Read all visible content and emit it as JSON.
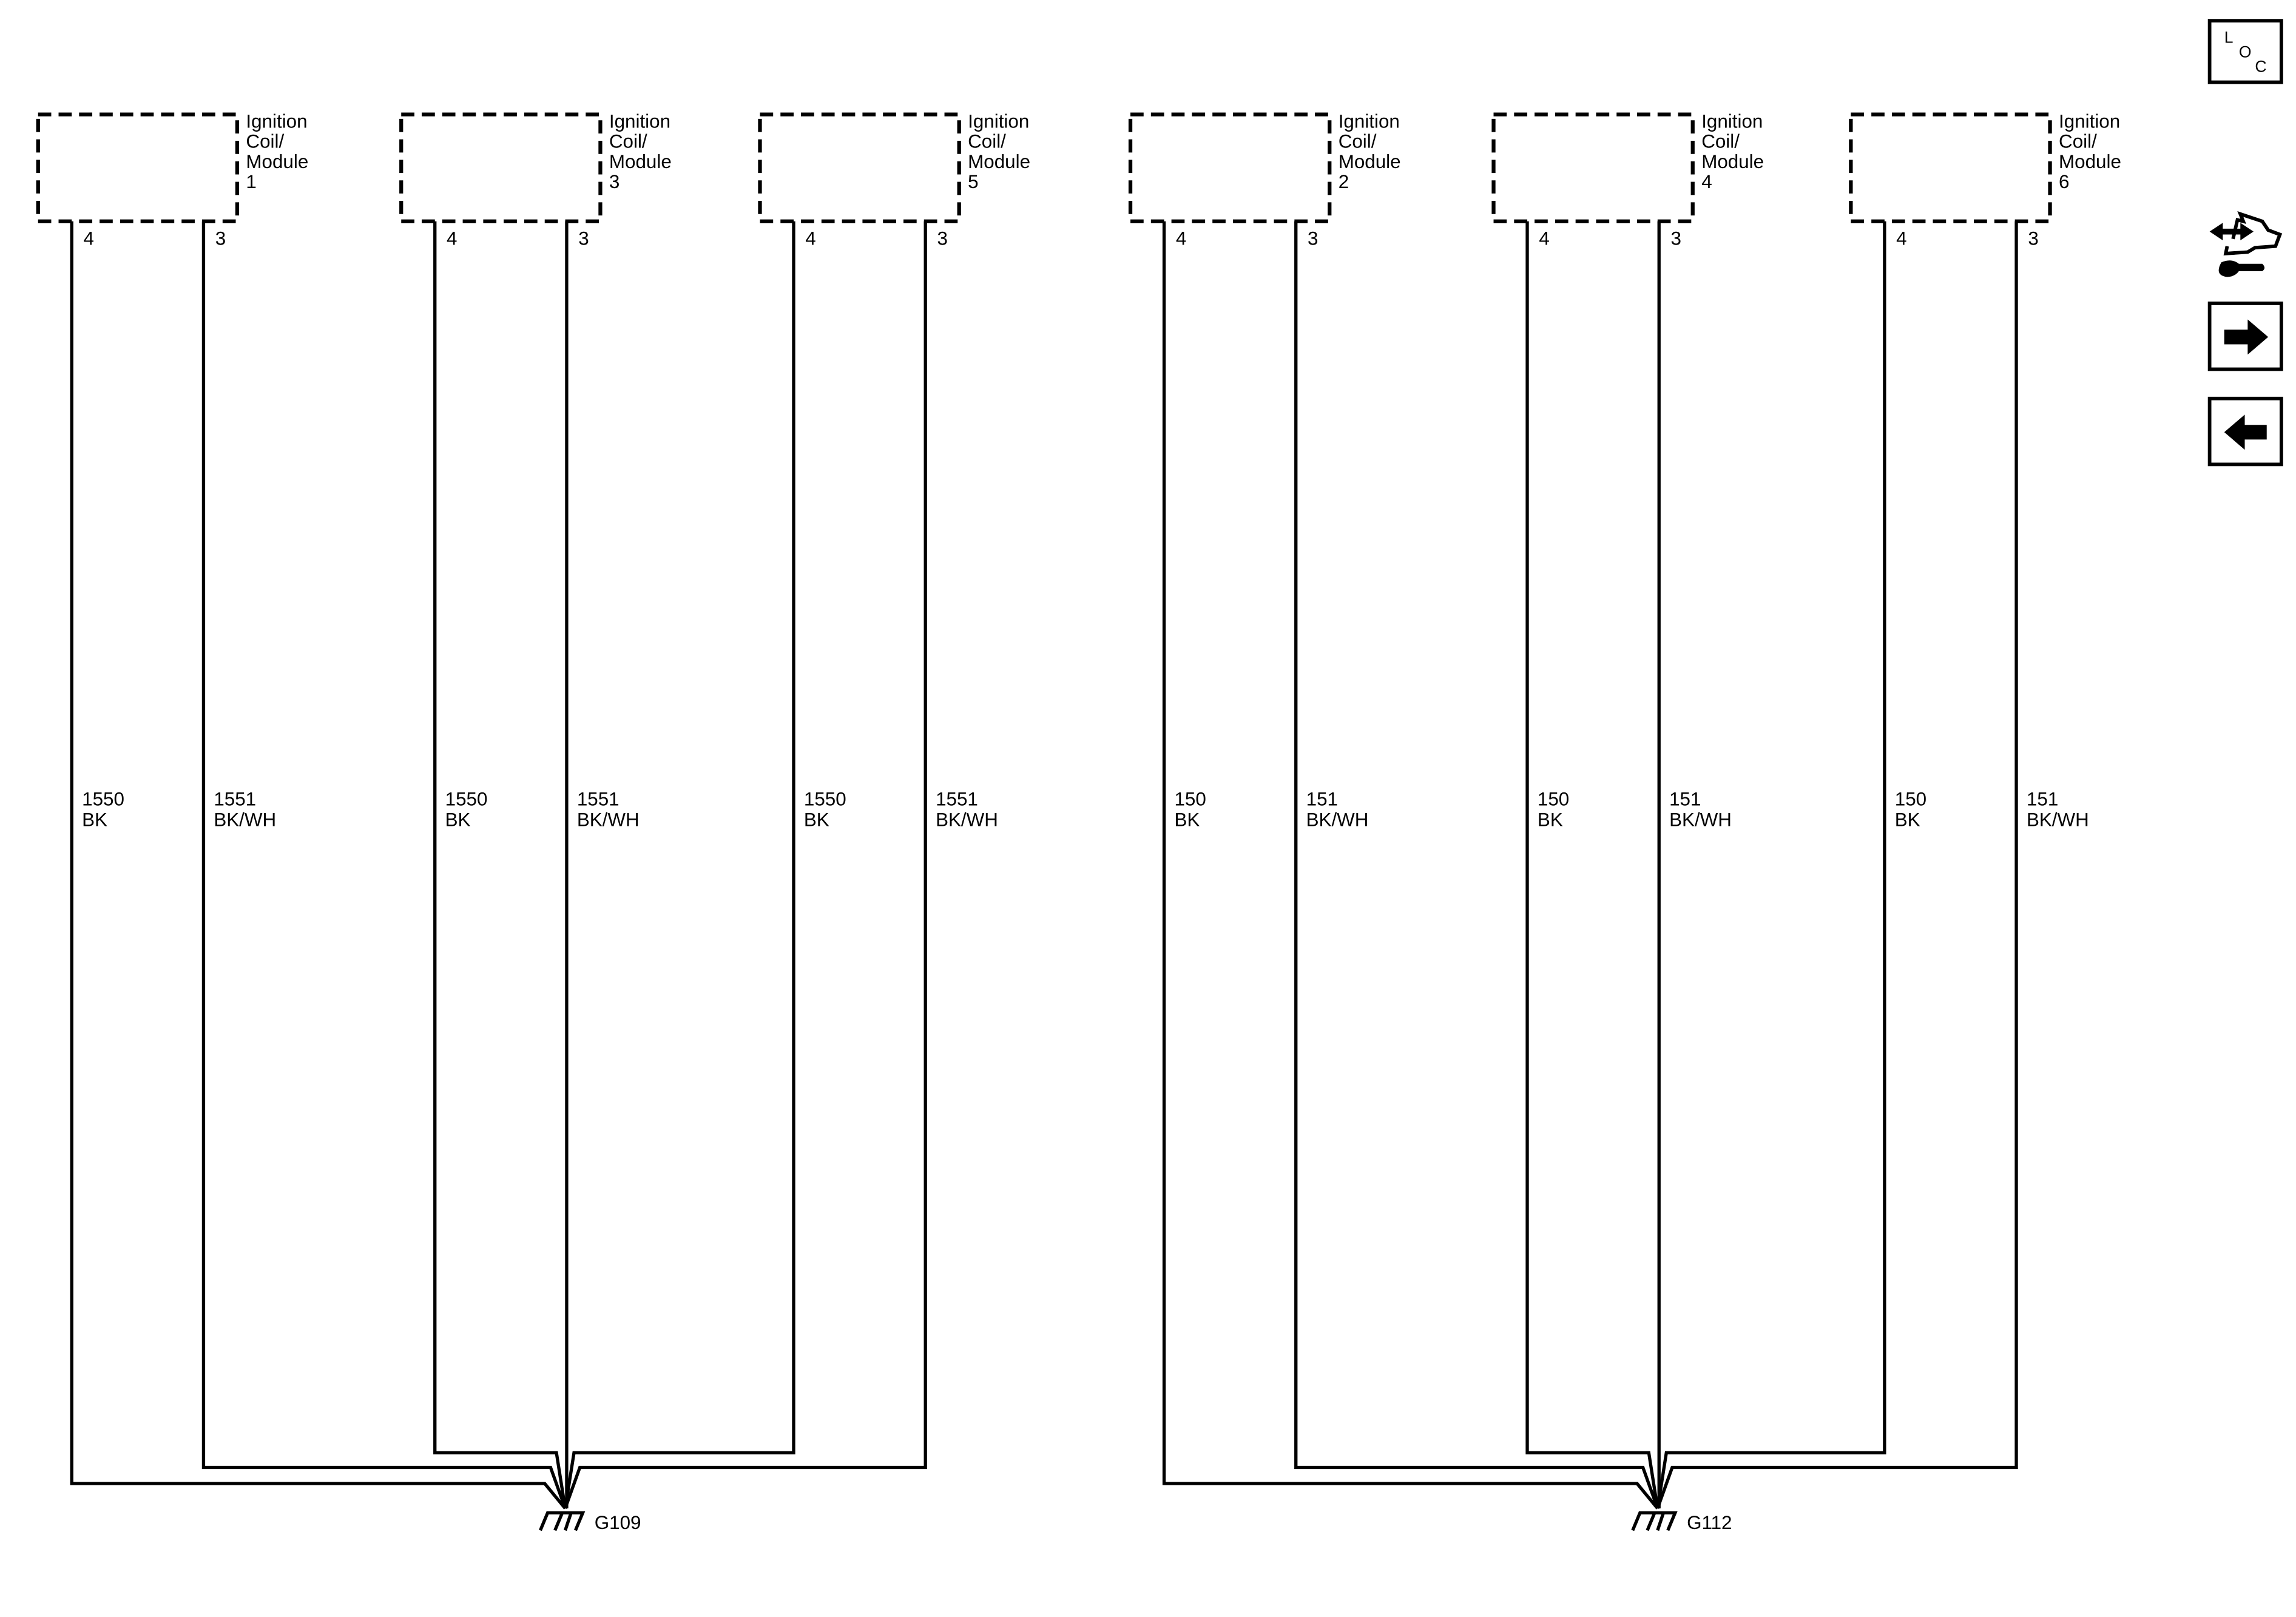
{
  "modules": [
    {
      "label": [
        "Ignition",
        "Coil/",
        "Module",
        "1"
      ],
      "ground": 0,
      "pins": [
        {
          "num": "4",
          "circuit": "1550",
          "color": "BK"
        },
        {
          "num": "3",
          "circuit": "1551",
          "color": "BK/WH"
        }
      ]
    },
    {
      "label": [
        "Ignition",
        "Coil/",
        "Module",
        "3"
      ],
      "ground": 0,
      "pins": [
        {
          "num": "4",
          "circuit": "1550",
          "color": "BK"
        },
        {
          "num": "3",
          "circuit": "1551",
          "color": "BK/WH"
        }
      ]
    },
    {
      "label": [
        "Ignition",
        "Coil/",
        "Module",
        "5"
      ],
      "ground": 0,
      "pins": [
        {
          "num": "4",
          "circuit": "1550",
          "color": "BK"
        },
        {
          "num": "3",
          "circuit": "1551",
          "color": "BK/WH"
        }
      ]
    },
    {
      "label": [
        "Ignition",
        "Coil/",
        "Module",
        "2"
      ],
      "ground": 1,
      "pins": [
        {
          "num": "4",
          "circuit": "150",
          "color": "BK"
        },
        {
          "num": "3",
          "circuit": "151",
          "color": "BK/WH"
        }
      ]
    },
    {
      "label": [
        "Ignition",
        "Coil/",
        "Module",
        "4"
      ],
      "ground": 1,
      "pins": [
        {
          "num": "4",
          "circuit": "150",
          "color": "BK"
        },
        {
          "num": "3",
          "circuit": "151",
          "color": "BK/WH"
        }
      ]
    },
    {
      "label": [
        "Ignition",
        "Coil/",
        "Module",
        "6"
      ],
      "ground": 1,
      "pins": [
        {
          "num": "4",
          "circuit": "150",
          "color": "BK"
        },
        {
          "num": "3",
          "circuit": "151",
          "color": "BK/WH"
        }
      ]
    }
  ],
  "grounds": [
    {
      "label": "G109"
    },
    {
      "label": "G112"
    }
  ],
  "toolbar": {
    "loc": {
      "letters": [
        "L",
        "O",
        "C"
      ],
      "icon": "location-icon"
    },
    "component_views": {
      "icon": "component-views-hand-wrench-icon"
    },
    "next": {
      "icon": "arrow-right-icon"
    },
    "previous": {
      "icon": "arrow-left-icon"
    }
  }
}
